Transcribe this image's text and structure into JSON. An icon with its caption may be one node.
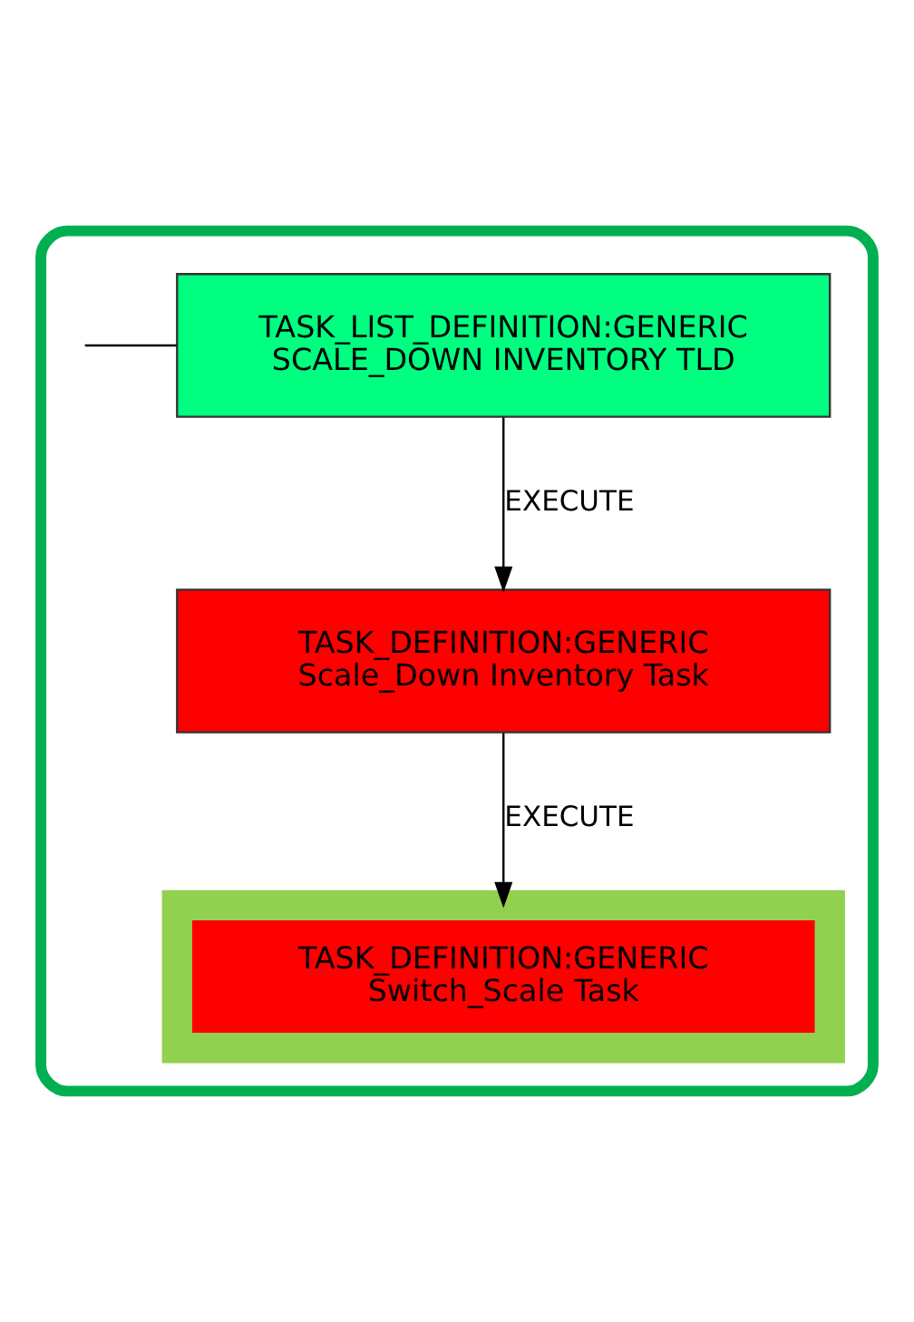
{
  "diagram": {
    "nodes": [
      {
        "text": [],
        "shape": "box"
      },
      {
        "text": [
          "TASK_LIST_DEFINITION:GENERIC",
          "SCALE_DOWN INVENTORY TLD"
        ],
        "in": 0
      },
      {
        "text": [
          "TASK_DEFINITION:GENERIC",
          "Scale_Down Inventory Task"
        ],
        "in": 0
      },
      {
        "text": [
          "TASK_DEFINITION:GENERIC",
          "Switch_Scale Task"
        ],
        "in": 0
      }
    ],
    "edges": [
      {
        "from": null,
        "to": 1,
        "arrow": "none"
      },
      {
        "from": 1,
        "to": 2,
        "arrow": "to",
        "label": "EXECUTE"
      },
      {
        "from": 2,
        "to": 3,
        "arrow": "to",
        "label": "EXECUTE"
      }
    ]
  }
}
